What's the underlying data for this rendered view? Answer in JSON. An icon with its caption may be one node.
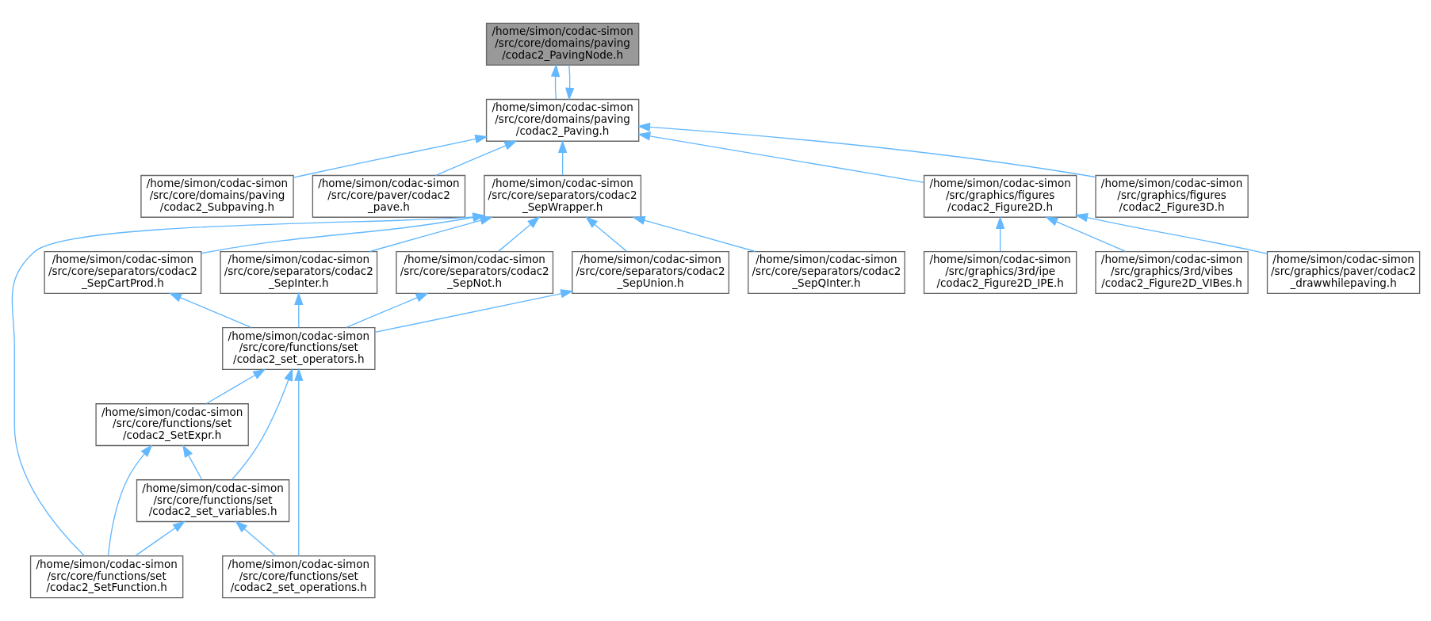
{
  "diagram": {
    "nodes": [
      {
        "text": [
          "/home/simon/codac-simon /src/core/domains/paving /codac2_PavingNode.h"
        ]
      },
      {
        "text": [
          "/home/simon/codac-simon /src/core/domains/paving /codac2_Paving.h"
        ]
      },
      {
        "text": [
          "/home/simon/codac-simon /src/core/domains/paving /codac2_Subpaving.h"
        ]
      },
      {
        "text": [
          "/home/simon/codac-simon /src/core/paver/codac2 _pave.h"
        ]
      },
      {
        "text": [
          "/home/simon/codac-simon /src/core/separators/codac2 _SepWrapper.h"
        ]
      },
      {
        "text": [
          "/home/simon/codac-simon /src/graphics/figures /codac2_Figure2D.h"
        ]
      },
      {
        "text": [
          "/home/simon/codac-simon /src/graphics/figures /codac2_Figure3D.h"
        ]
      },
      {
        "text": [
          "/home/simon/codac-simon /src/core/separators/codac2 _SepCartProd.h"
        ]
      },
      {
        "text": [
          "/home/simon/codac-simon /src/core/separators/codac2 _SepInter.h"
        ]
      },
      {
        "text": [
          "/home/simon/codac-simon /src/core/separators/codac2 _SepNot.h"
        ]
      },
      {
        "text": [
          "/home/simon/codac-simon /src/core/separators/codac2 _SepQInter.h"
        ]
      },
      {
        "text": [
          "/home/simon/codac-simon /src/core/separators/codac2 _SepUnion.h"
        ]
      },
      {
        "text": [
          "/home/simon/codac-simon /src/graphics/3rd/ipe /codac2_Figure2D_IPE.h"
        ]
      },
      {
        "text": [
          "/home/simon/codac-simon /src/graphics/3rd/vibes /codac2_Figure2D_VIBes.h"
        ]
      },
      {
        "text": [
          "/home/simon/codac-simon /src/graphics/paver/codac2 _drawwhilepaving.h"
        ]
      },
      {
        "text": [
          "/home/simon/codac-simon /src/core/functions/set /codac2_set_operators.h"
        ]
      },
      {
        "text": [
          "/home/simon/codac-simon /src/core/functions/set /codac2_SetExpr.h"
        ]
      },
      {
        "text": [
          "/home/simon/codac-simon /src/core/functions/set /codac2_set_variables.h"
        ]
      },
      {
        "text": [
          "/home/simon/codac-simon /src/core/functions/set /codac2_SetFunction.h"
        ]
      },
      {
        "text": [
          "/home/simon/codac-simon /src/core/functions/set /codac2_set_operations.h"
        ]
      }
    ],
    "edges": [
      {
        "from": 1,
        "to": 0,
        "arrow": "to"
      },
      {
        "from": 0,
        "to": 1,
        "arrow": "to"
      },
      {
        "from": 2,
        "to": 1,
        "arrow": "to"
      },
      {
        "from": 3,
        "to": 1,
        "arrow": "to"
      },
      {
        "from": 4,
        "to": 1,
        "arrow": "to"
      },
      {
        "from": 5,
        "to": 1,
        "arrow": "to"
      },
      {
        "from": 6,
        "to": 1,
        "arrow": "to"
      },
      {
        "from": 7,
        "to": 4,
        "arrow": "to"
      },
      {
        "from": 8,
        "to": 4,
        "arrow": "to"
      },
      {
        "from": 9,
        "to": 4,
        "arrow": "to"
      },
      {
        "from": 10,
        "to": 4,
        "arrow": "to"
      },
      {
        "from": 11,
        "to": 4,
        "arrow": "to"
      },
      {
        "from": 18,
        "to": 4,
        "arrow": "to"
      },
      {
        "from": 12,
        "to": 5,
        "arrow": "to"
      },
      {
        "from": 13,
        "to": 5,
        "arrow": "to"
      },
      {
        "from": 14,
        "to": 5,
        "arrow": "to"
      },
      {
        "from": 15,
        "to": 7,
        "arrow": "to"
      },
      {
        "from": 15,
        "to": 8,
        "arrow": "to"
      },
      {
        "from": 15,
        "to": 9,
        "arrow": "to"
      },
      {
        "from": 15,
        "to": 11,
        "arrow": "to"
      },
      {
        "from": 16,
        "to": 15,
        "arrow": "to"
      },
      {
        "from": 17,
        "to": 15,
        "arrow": "to"
      },
      {
        "from": 19,
        "to": 15,
        "arrow": "to"
      },
      {
        "from": 17,
        "to": 16,
        "arrow": "to"
      },
      {
        "from": 18,
        "to": 16,
        "arrow": "to"
      },
      {
        "from": 18,
        "to": 17,
        "arrow": "to"
      },
      {
        "from": 19,
        "to": 17,
        "arrow": "to"
      }
    ]
  }
}
